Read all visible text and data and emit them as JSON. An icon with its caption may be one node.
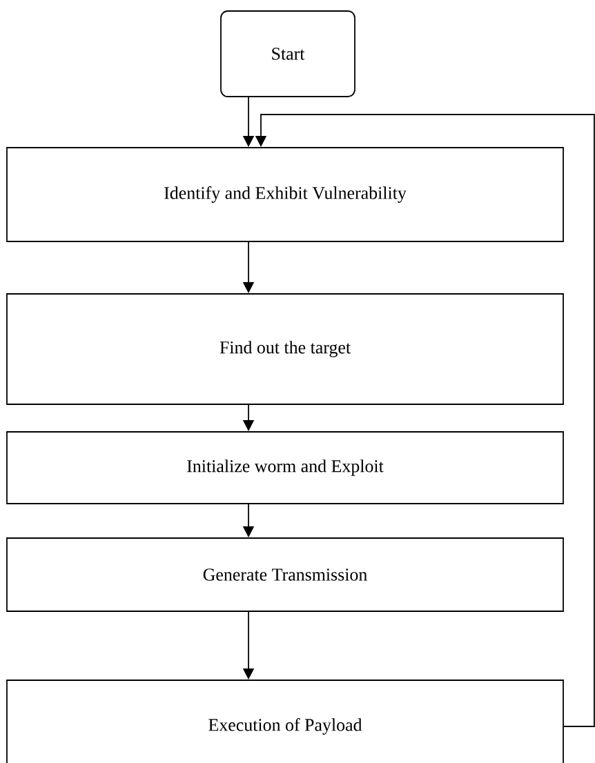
{
  "diagram": {
    "nodes": [
      {
        "text": [
          "Start"
        ]
      },
      {
        "text": [
          "Identify and Exhibit Vulnerability"
        ]
      },
      {
        "text": [
          "Find out the target"
        ]
      },
      {
        "text": [
          "Initialize worm and Exploit"
        ]
      },
      {
        "text": [
          "Generate Transmission"
        ]
      },
      {
        "text": [
          "Execution of Payload"
        ]
      }
    ],
    "edges": [
      {
        "from": 0,
        "to": 1,
        "arrow": "to"
      },
      {
        "from": 1,
        "to": 2,
        "arrow": "to"
      },
      {
        "from": 2,
        "to": 3,
        "arrow": "to"
      },
      {
        "from": 3,
        "to": 4,
        "arrow": "to"
      },
      {
        "from": 4,
        "to": 5,
        "arrow": "to"
      },
      {
        "from": 5,
        "to": 1,
        "arrow": "to"
      }
    ]
  }
}
